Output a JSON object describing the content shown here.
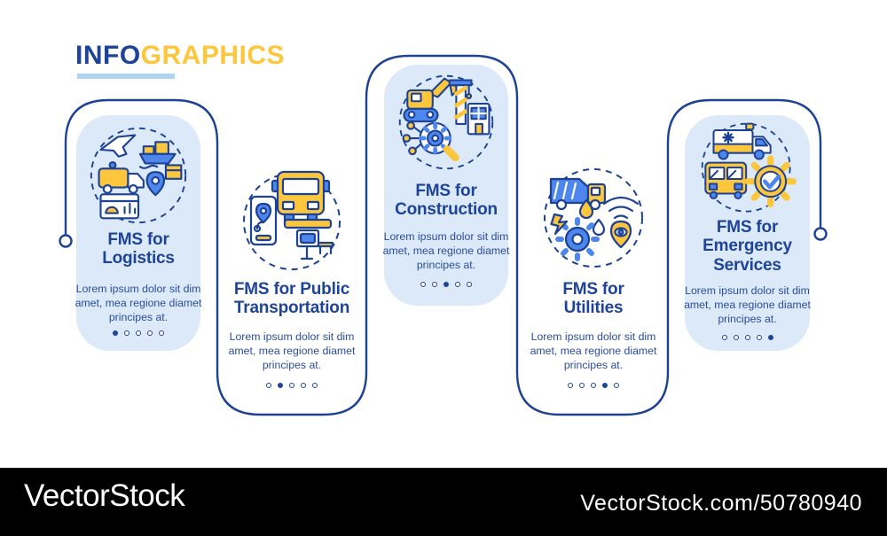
{
  "header": {
    "title_primary": "INFO",
    "title_secondary": "GRAPHICS"
  },
  "colors": {
    "accent_blue": "#1d4293",
    "title_blue": "#1e4499",
    "body_blue": "#2a4d9e",
    "accent_yellow": "#fcc63d",
    "icon_blue": "#4d86ec",
    "card_fill": "#dce9f8",
    "underline_blue": "#aed4f1"
  },
  "cards": [
    {
      "title": "FMS for Logistics",
      "description": "Lorem ipsum dolor sit dim amet, mea regione diamet principes at.",
      "icon": "logistics-icon",
      "style": "filled",
      "dots": {
        "count": 5,
        "active": 1
      }
    },
    {
      "title": "FMS for Public Transportation",
      "description": "Lorem ipsum dolor sit dim amet, mea regione diamet principes at.",
      "icon": "public-transportation-icon",
      "style": "outlined",
      "dots": {
        "count": 5,
        "active": 2
      }
    },
    {
      "title": "FMS for Construction",
      "description": "Lorem ipsum dolor sit dim amet, mea regione diamet principes at.",
      "icon": "construction-icon",
      "style": "filled",
      "dots": {
        "count": 5,
        "active": 3
      }
    },
    {
      "title": "FMS for Utilities",
      "description": "Lorem ipsum dolor sit dim amet, mea regione diamet principes at.",
      "icon": "utilities-icon",
      "style": "outlined",
      "dots": {
        "count": 5,
        "active": 4
      }
    },
    {
      "title": "FMS for Emergency Services",
      "description": "Lorem ipsum dolor sit dim amet, mea regione diamet principes at.",
      "icon": "emergency-services-icon",
      "style": "filled",
      "dots": {
        "count": 5,
        "active": 5
      }
    }
  ],
  "watermark": {
    "brand": "VectorStock",
    "credit": "VectorStock.com/50780940"
  }
}
